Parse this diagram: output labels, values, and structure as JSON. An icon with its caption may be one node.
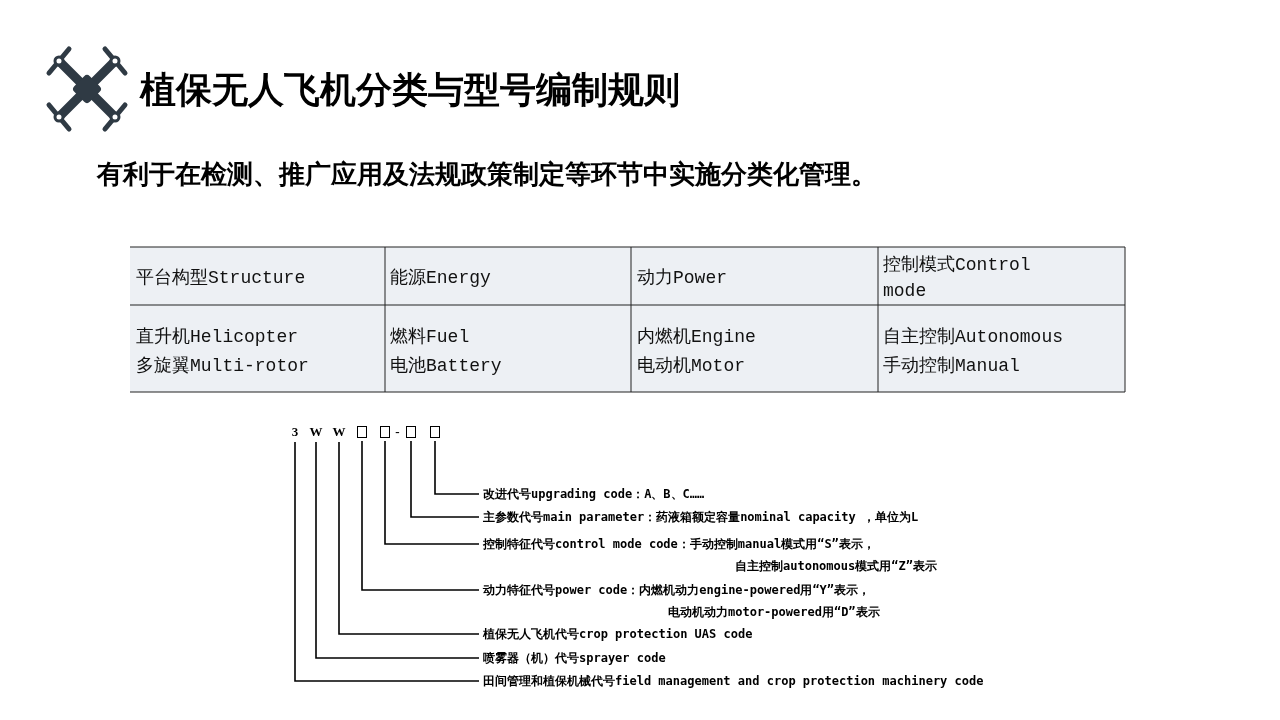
{
  "diagram": {
    "title": "植保无人飞机分类与型号编制规则",
    "nodes": [
      {
        "text": [
          "3"
        ]
      },
      {
        "text": [
          "W"
        ]
      },
      {
        "text": [
          "W"
        ]
      },
      {
        "text": [],
        "shape": "box"
      },
      {
        "text": [],
        "shape": "box"
      },
      {
        "text": [],
        "shape": "box"
      },
      {
        "text": [],
        "shape": "box"
      },
      {
        "text": [
          "改进代号upgrading code：A、B、C……"
        ]
      },
      {
        "text": [
          "主参数代号main parameter：药液箱额定容量nominal capacity ，单位为L"
        ]
      },
      {
        "text": [
          "控制特征代号control mode code：手动控制manual模式用“S”表示，",
          "自主控制autonomous模式用“Z”表示"
        ]
      },
      {
        "text": [
          "动力特征代号power code：内燃机动力engine-powered用“Y”表示，",
          "电动机动力motor-powered用“D”表示"
        ]
      },
      {
        "text": [
          "植保无人飞机代号crop protection UAS code"
        ]
      },
      {
        "text": [
          "喷雾器（机）代号sprayer code"
        ]
      },
      {
        "text": [
          "田间管理和植保机械代号field management and crop protection machinery code"
        ]
      }
    ],
    "edges": [
      {
        "from": 6,
        "to": 7,
        "arrow": "none"
      },
      {
        "from": 5,
        "to": 8,
        "arrow": "none"
      },
      {
        "from": 4,
        "to": 9,
        "arrow": "none"
      },
      {
        "from": 3,
        "to": 10,
        "arrow": "none"
      },
      {
        "from": 2,
        "to": 11,
        "arrow": "none"
      },
      {
        "from": 1,
        "to": 12,
        "arrow": "none"
      },
      {
        "from": 0,
        "to": 13,
        "arrow": "none"
      }
    ],
    "labels": [
      "有利于在检测、推广应用及法规政策制定等环节中实施分类化管理。",
      "平台构型Structure",
      "能源Energy",
      "动力Power",
      "控制模式Control mode",
      "直升机Helicopter",
      "多旋翼Multi-rotor",
      "燃料Fuel",
      "电池Battery",
      "内燃机Engine",
      "电动机Motor",
      "自主控制Autonomous",
      "手动控制Manual",
      "-"
    ]
  }
}
